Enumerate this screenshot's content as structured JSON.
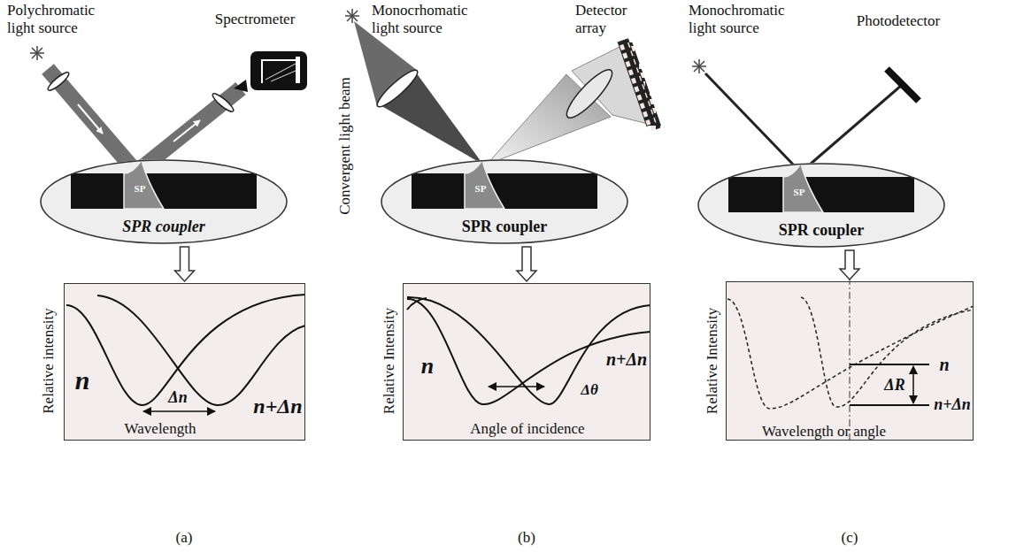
{
  "diagram": {
    "nodes": [
      {
        "text": [
          "SPR coupler"
        ]
      },
      {
        "text": [
          "n",
          "Δn",
          "n+Δn",
          "Wavelength"
        ]
      },
      {
        "text": [
          "SPR coupler"
        ]
      },
      {
        "text": [
          "n",
          "n+Δn",
          "Δθ",
          "Angle of incidence"
        ]
      },
      {
        "text": [
          "SPR coupler"
        ]
      },
      {
        "text": [
          "n",
          "ΔR",
          "n+Δn",
          "Wavelength or angle"
        ]
      }
    ],
    "edges": [
      {
        "from": 0,
        "to": 1,
        "arrow": "to"
      },
      {
        "from": 2,
        "to": 3,
        "arrow": "to"
      },
      {
        "from": 4,
        "to": 5,
        "arrow": "to"
      }
    ],
    "labels": [
      "Polychromatic light source",
      "Spectrometer",
      "SP",
      "Relative intensity",
      "(a)",
      "Monocrhomatic light source",
      "Convergent light beam",
      "Detector array",
      "SP",
      "Relative Intensity",
      "(b)",
      "Monochromatic light source",
      "Photodetector",
      "SP",
      "Relative Intensity",
      "(c)"
    ]
  }
}
